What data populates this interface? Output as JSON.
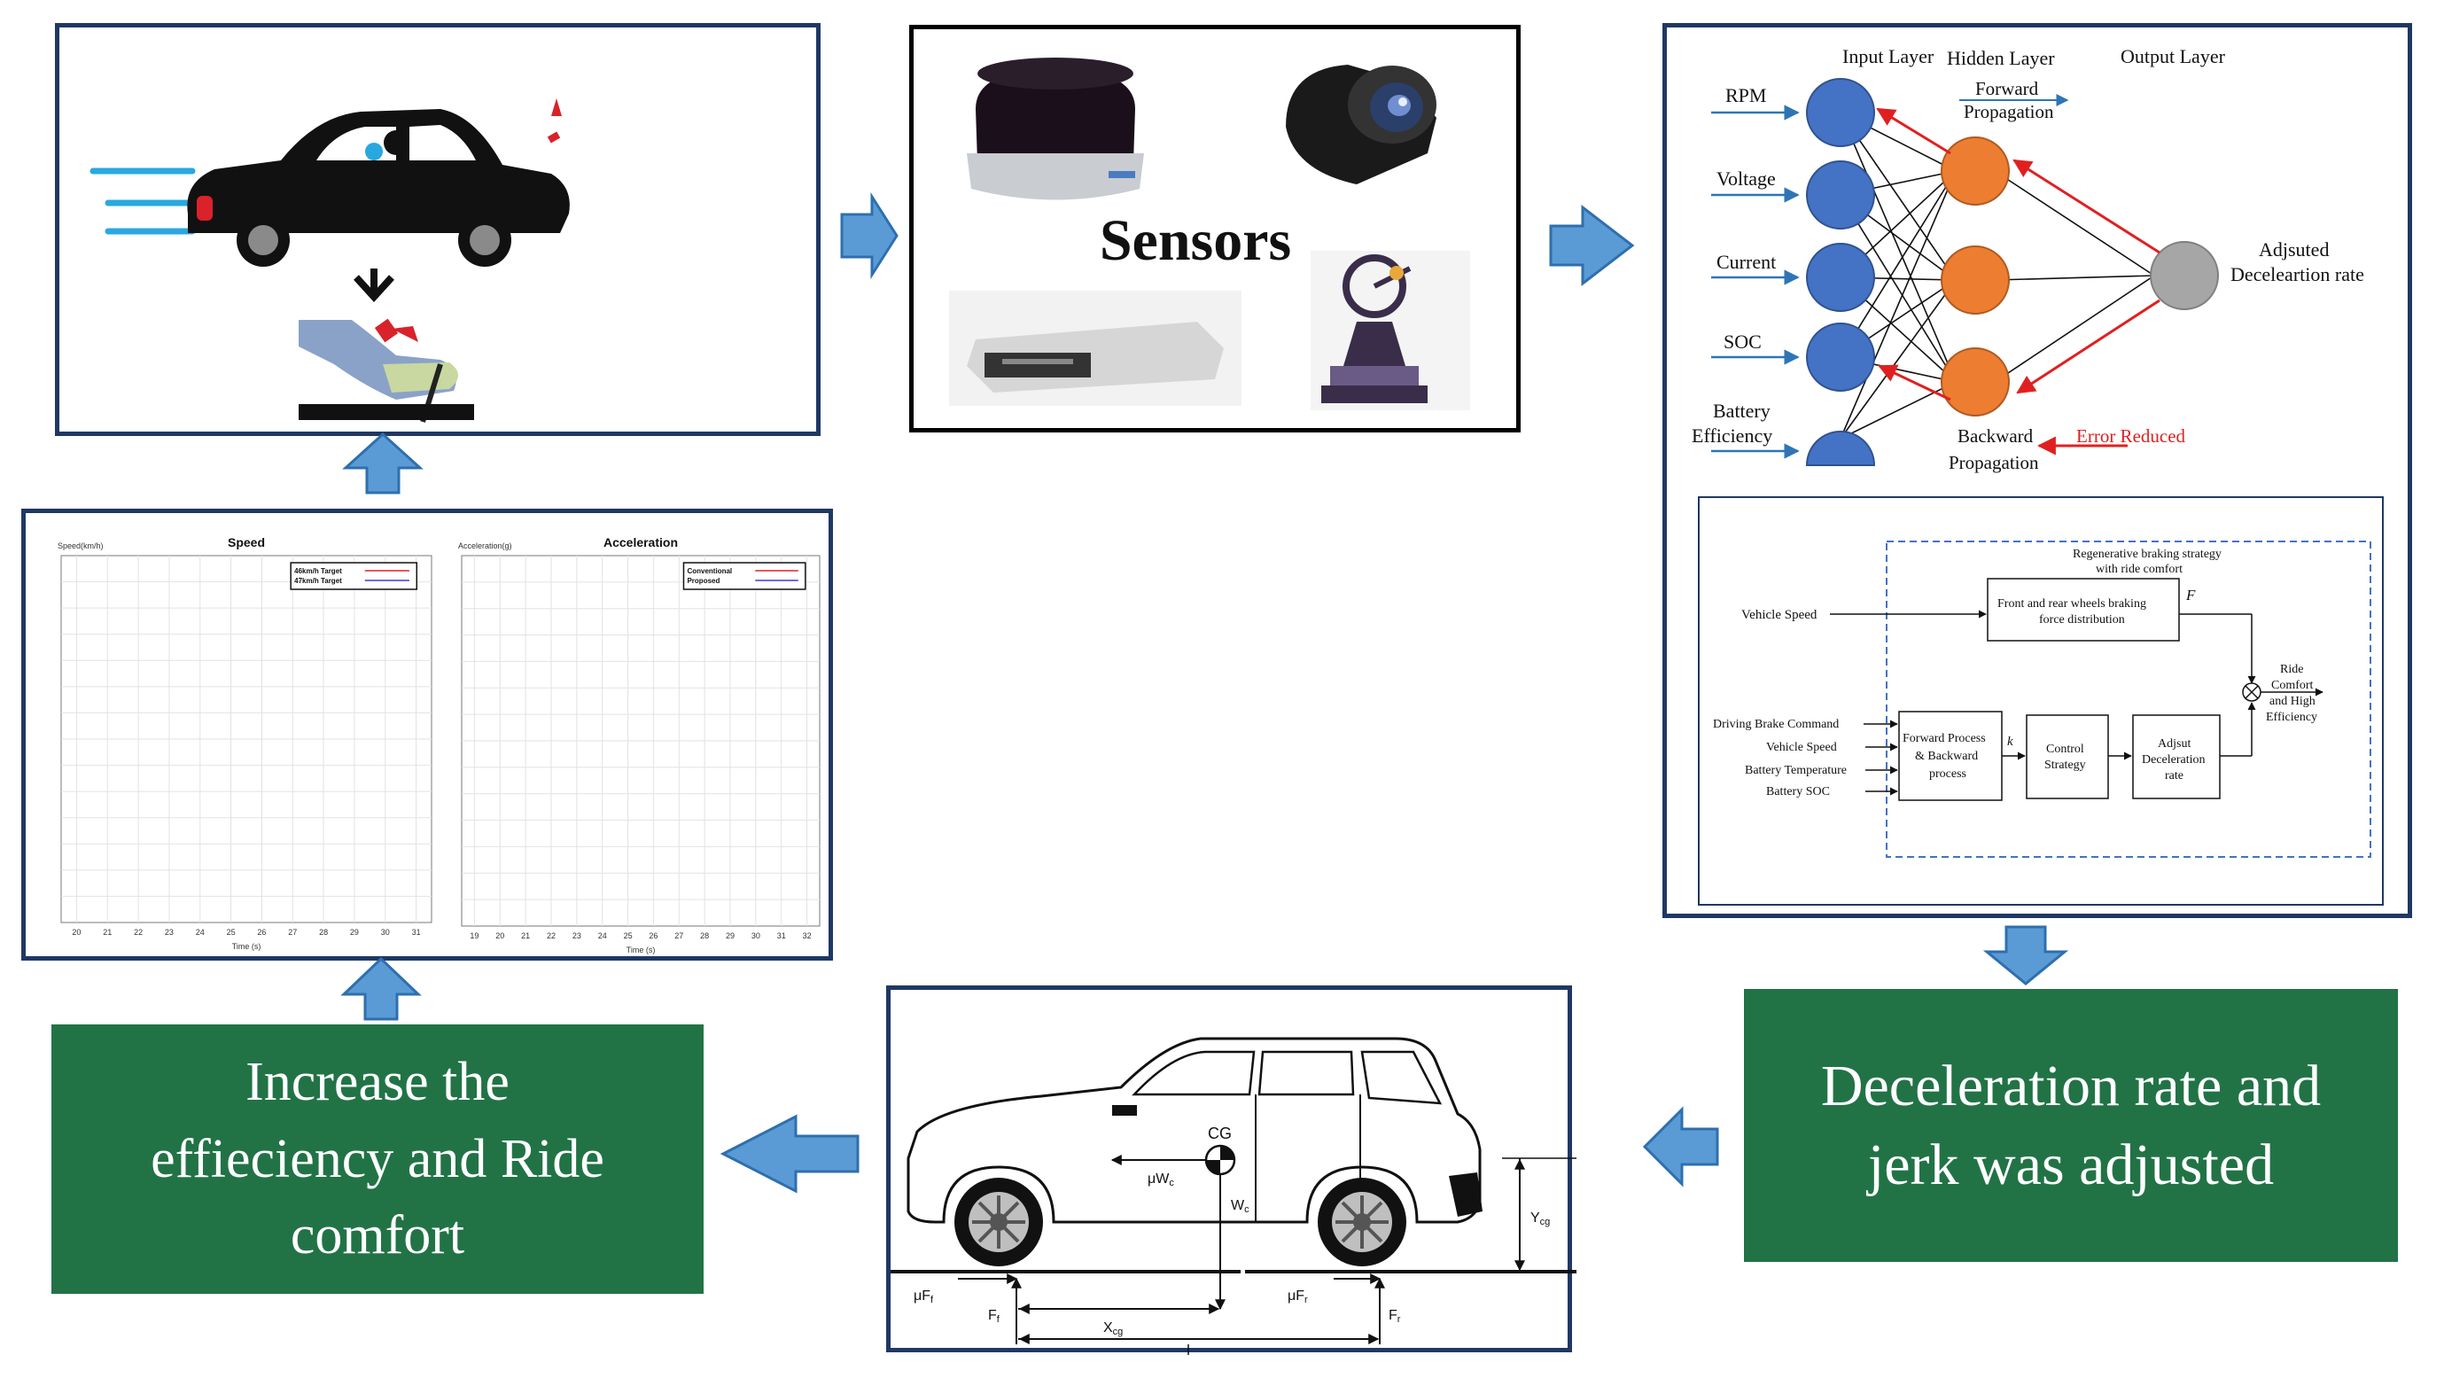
{
  "sensors": {
    "title": "Sensors"
  },
  "nn": {
    "input_layer": "Input Layer",
    "hidden_layer": "Hidden Layer",
    "output_layer": "Output Layer",
    "forward_1": "Forward",
    "forward_2": "Propagation",
    "backward_1": "Backward",
    "backward_2": "Propagation",
    "error_reduced": "Error Reduced",
    "inputs": [
      "RPM",
      "Voltage",
      "Current",
      "SOC",
      "Battery",
      "Efficiency"
    ],
    "output_1": "Adjsuted",
    "output_2": "Deceleartion rate",
    "colors": {
      "input": "#4472c4",
      "hidden": "#ed7d31",
      "output": "#a6a6a6",
      "arrow_red": "#e02020",
      "arrow_blue": "#2e75b6"
    }
  },
  "strategy": {
    "group_title_1": "Regenerative braking strategy",
    "group_title_2": "with ride comfort",
    "top_block_1": "Front and rear wheels braking",
    "top_block_2": "force distribution",
    "vehicle_speed_top": "Vehicle Speed",
    "ff_label": "F",
    "inputs": [
      "Driving Brake Command",
      "Vehicle Speed",
      "Battery Temperature",
      "Battery SOC"
    ],
    "fb_1": "Forward Process",
    "fb_2": "& Backward",
    "fb_3": "process",
    "k": "k",
    "cs_1": "Control",
    "cs_2": "Strategy",
    "ad_1": "Adjsut",
    "ad_2": "Deceleration",
    "ad_3": "rate",
    "out_1": "Ride",
    "out_2": "Comfort",
    "out_3": "and High",
    "out_4": "Efficiency"
  },
  "result_box": {
    "line1": "Deceleration rate and",
    "line2": "jerk  was adjusted"
  },
  "increase_box": {
    "line1": "Increase the",
    "line2": "effieciency and Ride",
    "line3": "comfort"
  },
  "vehicle": {
    "cg": "CG",
    "uwc": "μW",
    "wc": "W",
    "ycg": "Y",
    "uff": "μF",
    "ff": "F",
    "xcg": "X",
    "ufr": "μF",
    "fr": "F"
  },
  "speed_chart": {
    "title": "Speed",
    "ylabel": "Speed(km/h)",
    "xlabel": "Time (s)",
    "legend": [
      "46km/h Target",
      "47km/h Target"
    ],
    "x_ticks": [
      "20",
      "21",
      "22",
      "23",
      "24",
      "25",
      "26",
      "27",
      "28",
      "29",
      "30",
      "31"
    ]
  },
  "accel_chart": {
    "title": "Acceleration",
    "ylabel": "Acceleration(g)",
    "xlabel": "Time (s)",
    "legend": [
      "Conventional",
      "Proposed"
    ],
    "x_ticks": [
      "19",
      "20",
      "21",
      "22",
      "23",
      "24",
      "25",
      "26",
      "27",
      "28",
      "29",
      "30",
      "31",
      "32"
    ]
  }
}
